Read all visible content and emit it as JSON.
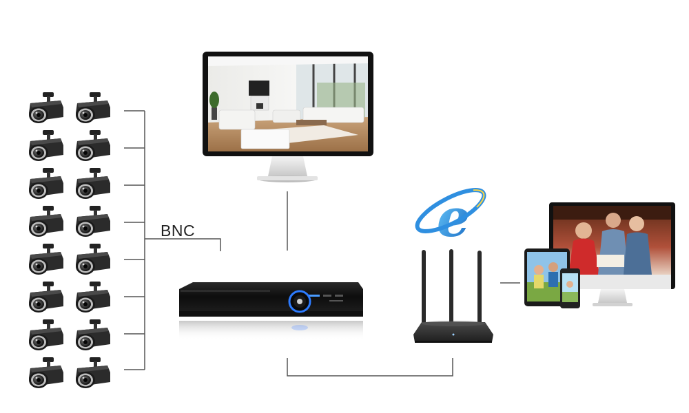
{
  "diagram": {
    "bnc_label": "BNC",
    "camera_count": 16,
    "nodes": [
      {
        "id": "cameras",
        "icon": "cctv-camera-icon"
      },
      {
        "id": "monitor",
        "icon": "monitor-icon"
      },
      {
        "id": "dvr",
        "icon": "dvr-recorder-icon"
      },
      {
        "id": "router",
        "icon": "wifi-router-icon"
      },
      {
        "id": "internet",
        "icon": "internet-explorer-icon"
      },
      {
        "id": "remote-devices",
        "icon": "devices-icon"
      }
    ],
    "edges": [
      {
        "from": "cameras",
        "to": "dvr",
        "label": "BNC"
      },
      {
        "from": "monitor",
        "to": "dvr"
      },
      {
        "from": "dvr",
        "to": "router"
      },
      {
        "from": "router",
        "to": "remote-devices"
      }
    ]
  }
}
